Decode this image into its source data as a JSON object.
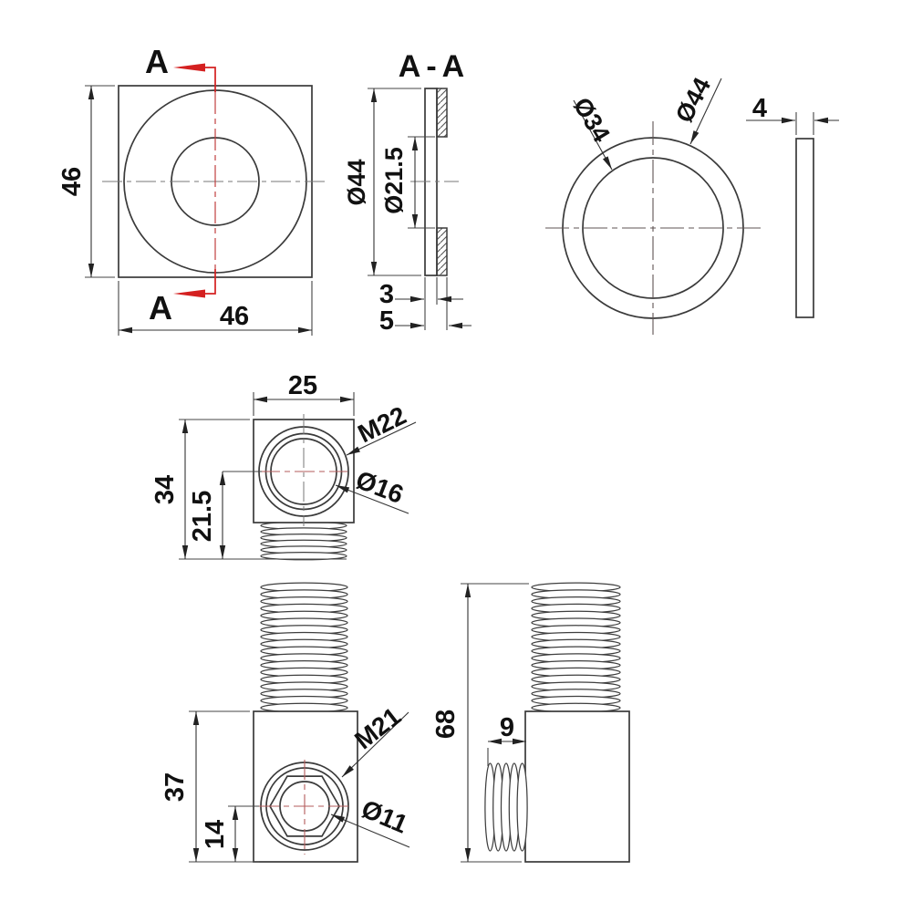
{
  "drawing": {
    "colors": {
      "outline": "#3a3a3a",
      "dimension_text": "#111111",
      "section_red": "#d42020",
      "centerline_red": "#b35b5b",
      "centerline_gray": "#777777"
    },
    "front_view": {
      "section_label_top": "A",
      "section_label_bottom": "A",
      "height": "46",
      "width": "46"
    },
    "section_view": {
      "title": "A-A",
      "outer_diameter": "Ø44",
      "bore_diameter": "Ø21.5",
      "plate_thickness": "3",
      "total_thickness": "5"
    },
    "ring_view": {
      "inner_diameter": "Ø34",
      "outer_diameter": "Ø44",
      "thickness": "4"
    },
    "adapter_view": {
      "width": "25",
      "height": "34",
      "center_to_bottom": "21.5",
      "thread": "M22",
      "bore": "Ø16"
    },
    "fitting_front_view": {
      "height": "37",
      "center_to_bottom": "14",
      "thread": "M21",
      "bore": "Ø11"
    },
    "fitting_side_view": {
      "total_height": "68",
      "stub_length": "9"
    }
  }
}
